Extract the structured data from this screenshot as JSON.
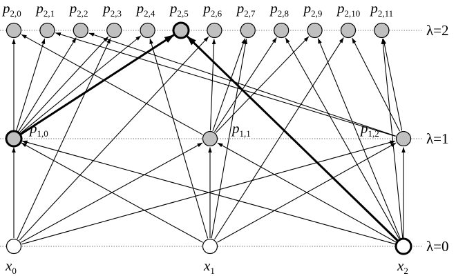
{
  "nodes": [
    {
      "id": "x0",
      "name": "x",
      "sub": "0",
      "level": 0,
      "fill": "#ffffff",
      "bold": false
    },
    {
      "id": "x1",
      "name": "x",
      "sub": "1",
      "level": 0,
      "fill": "#ffffff",
      "bold": false
    },
    {
      "id": "x2",
      "name": "x",
      "sub": "2",
      "level": 0,
      "fill": "#ffffff",
      "bold": true
    },
    {
      "id": "p10",
      "name": "p",
      "sub": "1,0",
      "level": 1,
      "fill": "#c0c0c0",
      "bold": true
    },
    {
      "id": "p11",
      "name": "p",
      "sub": "1,1",
      "level": 1,
      "fill": "#c0c0c0",
      "bold": false
    },
    {
      "id": "p12",
      "name": "p",
      "sub": "1,2",
      "level": 1,
      "fill": "#c0c0c0",
      "bold": false
    },
    {
      "id": "p20",
      "name": "p",
      "sub": "2,0",
      "level": 2,
      "fill": "#c0c0c0",
      "bold": false
    },
    {
      "id": "p21",
      "name": "p",
      "sub": "2,1",
      "level": 2,
      "fill": "#c0c0c0",
      "bold": false
    },
    {
      "id": "p22",
      "name": "p",
      "sub": "2,2",
      "level": 2,
      "fill": "#c0c0c0",
      "bold": false
    },
    {
      "id": "p23",
      "name": "p",
      "sub": "2,3",
      "level": 2,
      "fill": "#c0c0c0",
      "bold": false
    },
    {
      "id": "p24",
      "name": "p",
      "sub": "2,4",
      "level": 2,
      "fill": "#c0c0c0",
      "bold": false
    },
    {
      "id": "p25",
      "name": "p",
      "sub": "2,5",
      "level": 2,
      "fill": "#c0c0c0",
      "bold": true
    },
    {
      "id": "p26",
      "name": "p",
      "sub": "2,6",
      "level": 2,
      "fill": "#c0c0c0",
      "bold": false
    },
    {
      "id": "p27",
      "name": "p",
      "sub": "2,7",
      "level": 2,
      "fill": "#c0c0c0",
      "bold": false
    },
    {
      "id": "p28",
      "name": "p",
      "sub": "2,8",
      "level": 2,
      "fill": "#c0c0c0",
      "bold": false
    },
    {
      "id": "p29",
      "name": "p",
      "sub": "2,9",
      "level": 2,
      "fill": "#c0c0c0",
      "bold": false
    },
    {
      "id": "p210",
      "name": "p",
      "sub": "2,10",
      "level": 2,
      "fill": "#c0c0c0",
      "bold": false
    },
    {
      "id": "p211",
      "name": "p",
      "sub": "2,11",
      "level": 2,
      "fill": "#c0c0c0",
      "bold": false
    }
  ],
  "edges": [
    {
      "from": "x0",
      "to": "p10",
      "bold": false
    },
    {
      "from": "x1",
      "to": "p10",
      "bold": false
    },
    {
      "from": "x2",
      "to": "p10",
      "bold": false
    },
    {
      "from": "x0",
      "to": "p11",
      "bold": false
    },
    {
      "from": "x1",
      "to": "p11",
      "bold": false
    },
    {
      "from": "x2",
      "to": "p11",
      "bold": false
    },
    {
      "from": "x0",
      "to": "p12",
      "bold": false
    },
    {
      "from": "x1",
      "to": "p12",
      "bold": false
    },
    {
      "from": "x2",
      "to": "p12",
      "bold": false
    },
    {
      "from": "p10",
      "to": "p20",
      "bold": false
    },
    {
      "from": "p10",
      "to": "p21",
      "bold": false
    },
    {
      "from": "p10",
      "to": "p22",
      "bold": false
    },
    {
      "from": "p10",
      "to": "p23",
      "bold": false
    },
    {
      "from": "p10",
      "to": "p24",
      "bold": false
    },
    {
      "from": "p10",
      "to": "p25",
      "bold": true
    },
    {
      "from": "p11",
      "to": "p20",
      "bold": false
    },
    {
      "from": "p11",
      "to": "p26",
      "bold": false
    },
    {
      "from": "p11",
      "to": "p27",
      "bold": false
    },
    {
      "from": "p11",
      "to": "p28",
      "bold": false
    },
    {
      "from": "p11",
      "to": "p29",
      "bold": false
    },
    {
      "from": "p12",
      "to": "p21",
      "bold": false
    },
    {
      "from": "p12",
      "to": "p22",
      "bold": false
    },
    {
      "from": "p12",
      "to": "p210",
      "bold": false
    },
    {
      "from": "p12",
      "to": "p211",
      "bold": false
    },
    {
      "from": "x0",
      "to": "p23",
      "bold": false
    },
    {
      "from": "x0",
      "to": "p26",
      "bold": false
    },
    {
      "from": "x1",
      "to": "p24",
      "bold": false
    },
    {
      "from": "x1",
      "to": "p27",
      "bold": false
    },
    {
      "from": "x1",
      "to": "p210",
      "bold": false
    },
    {
      "from": "x2",
      "to": "p25",
      "bold": true
    },
    {
      "from": "x2",
      "to": "p28",
      "bold": false
    },
    {
      "from": "x2",
      "to": "p29",
      "bold": false
    },
    {
      "from": "x2",
      "to": "p211",
      "bold": false
    }
  ],
  "levels": [
    {
      "level": 0,
      "label": "λ=0"
    },
    {
      "level": 1,
      "label": "λ=1"
    },
    {
      "level": 2,
      "label": "λ=2"
    }
  ],
  "colors": {
    "edge": "#000000",
    "guide": "#777777",
    "gray_node": "#c0c0c0",
    "white_node": "#ffffff"
  }
}
